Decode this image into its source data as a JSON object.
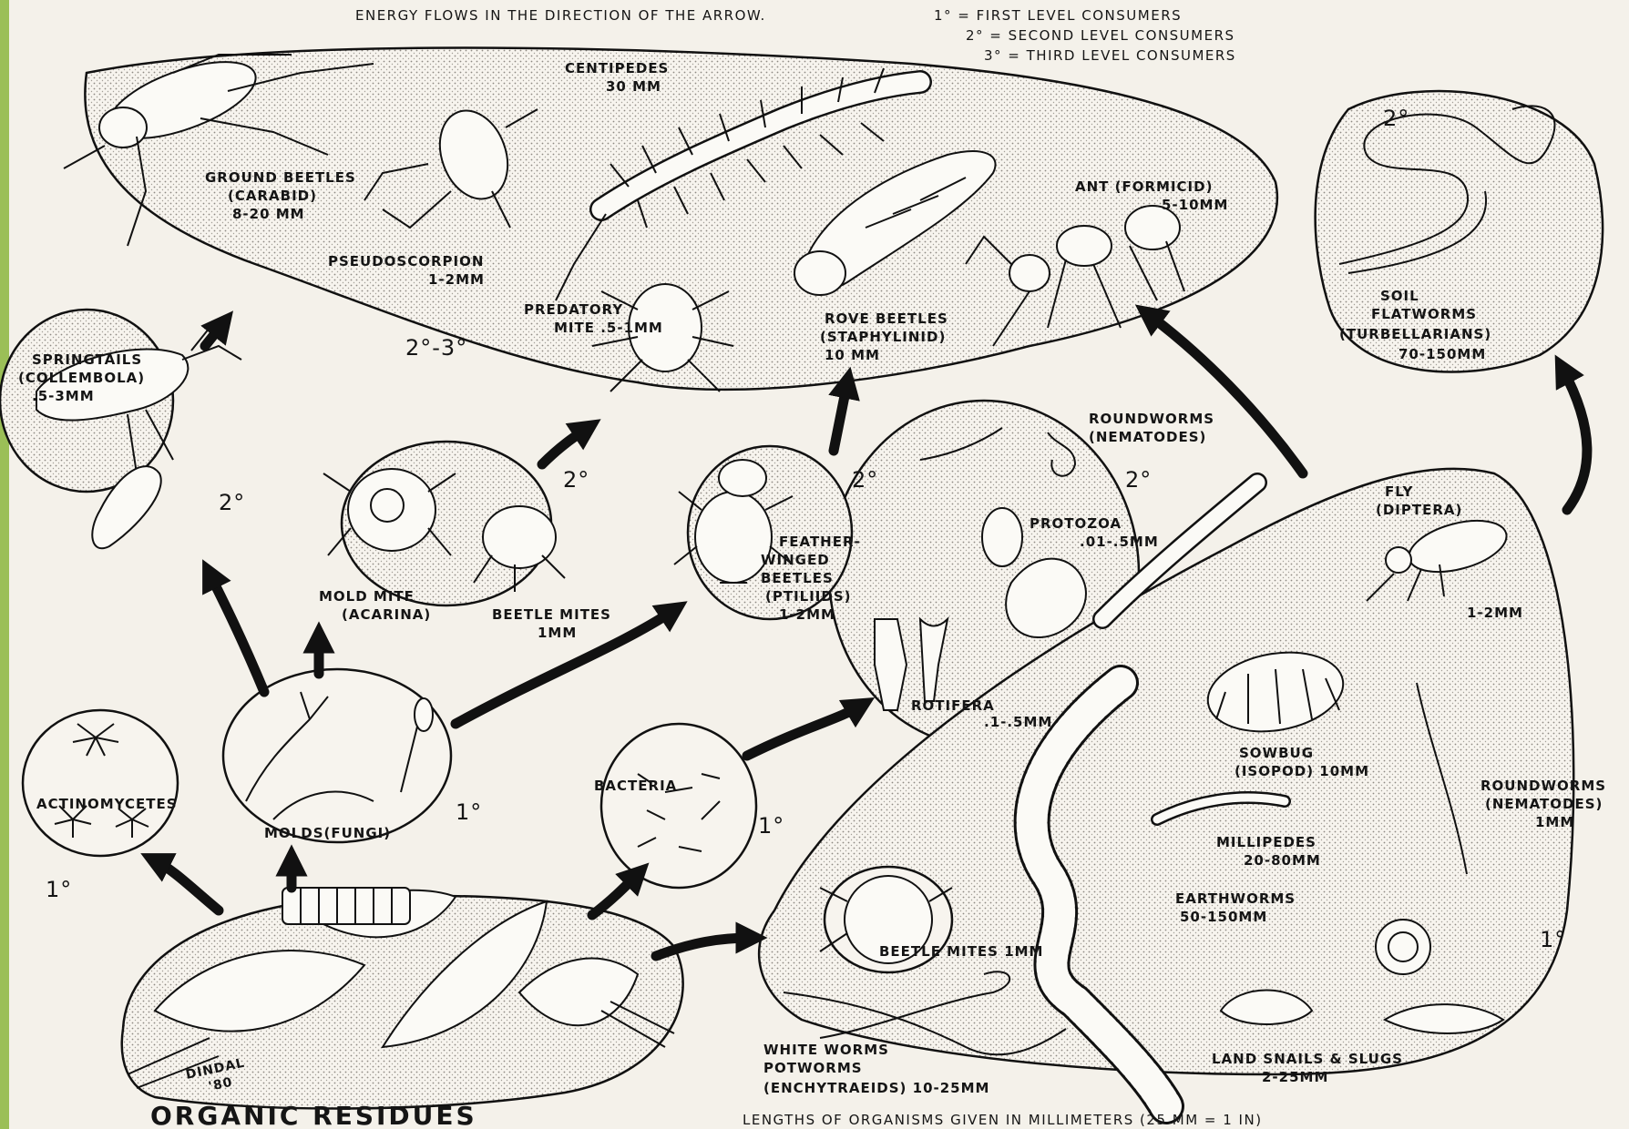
{
  "header": {
    "note": "ENERGY FLOWS IN THE DIRECTION OF THE ARROW.",
    "legend": [
      "1° = FIRST LEVEL CONSUMERS",
      "2° = SECOND LEVEL CONSUMERS",
      "3° = THIRD LEVEL CONSUMERS"
    ]
  },
  "labels": {
    "centipedes": [
      "CENTIPEDES",
      "30 mm"
    ],
    "ground_beetles": [
      "GROUND BEETLES",
      "(CARABID)",
      "8-20 mm"
    ],
    "pseudoscorpion": [
      "PSEUDOSCORPION",
      "1-2mm"
    ],
    "ant": [
      "ANT (FORMICID)",
      "5-10mm"
    ],
    "predatory_mite": [
      "PREDATORY",
      "MITE .5-1mm"
    ],
    "rove_beetles": [
      "ROVE BEETLES",
      "(STAPHYLINID)",
      "10 mm"
    ],
    "soil_flatworms": [
      "SOIL",
      "FLATWORMS",
      "(TURBELLARIANS)",
      "70-150mm"
    ],
    "springtails": [
      "SPRINGTAILS",
      "(COLLEMBOLA)",
      ".5-3mm"
    ],
    "roundworms_top": [
      "ROUNDWORMS",
      "(NEMATODES)"
    ],
    "protozoa": [
      "PROTOZOA",
      ".01-.5mm"
    ],
    "fly": [
      "FLY",
      "(DIPTERA)",
      "1-2mm"
    ],
    "feather_winged": [
      "FEATHER-",
      "WINGED",
      "BEETLES",
      "(PTILIIDS)",
      "1-2mm"
    ],
    "mold_mite": [
      "MOLD MITE",
      "(ACARINA)"
    ],
    "beetle_mites_small": [
      "BEETLE MITES",
      "1mm"
    ],
    "rotifera": [
      "ROTIFERA",
      ".1-.5mm"
    ],
    "sowbug": [
      "SOWBUG",
      "(ISOPOD) 10mm"
    ],
    "roundworms_right": [
      "ROUNDWORMS",
      "(NEMATODES)",
      "1mm"
    ],
    "actinomycetes": "ACTINOMYCETES",
    "bacteria": "BACTERIA",
    "molds": "MOLDS(FUNGI)",
    "millipedes": [
      "MILLIPEDES",
      "20-80mm"
    ],
    "earthworms": [
      "EARTHWORMS",
      "50-150mm"
    ],
    "beetle_mites_large": "BEETLE MITES 1mm",
    "snails": [
      "LAND SNAILS & SLUGS",
      "2-25mm"
    ],
    "white_worms": [
      "WHITE WORMS",
      "POTWORMS",
      "(ENCHYTRAEIDS) 10-25mm"
    ],
    "organic_residues": "ORGANIC RESIDUES"
  },
  "levels": {
    "flatworms": "2°",
    "predators": "2°-3°",
    "springtails": "2°",
    "mites": "2°",
    "feather_winged": "2°",
    "nematodes": "2°",
    "molds": "1°",
    "bacteria": "1°",
    "actinomycetes": "1°",
    "macrofauna": "1°"
  },
  "footer": {
    "note": "LENGTHS OF ORGANISMS GIVEN IN MILLIMETERS (25 mm = 1 in)"
  },
  "signature": [
    "DINDAL",
    "'80"
  ]
}
